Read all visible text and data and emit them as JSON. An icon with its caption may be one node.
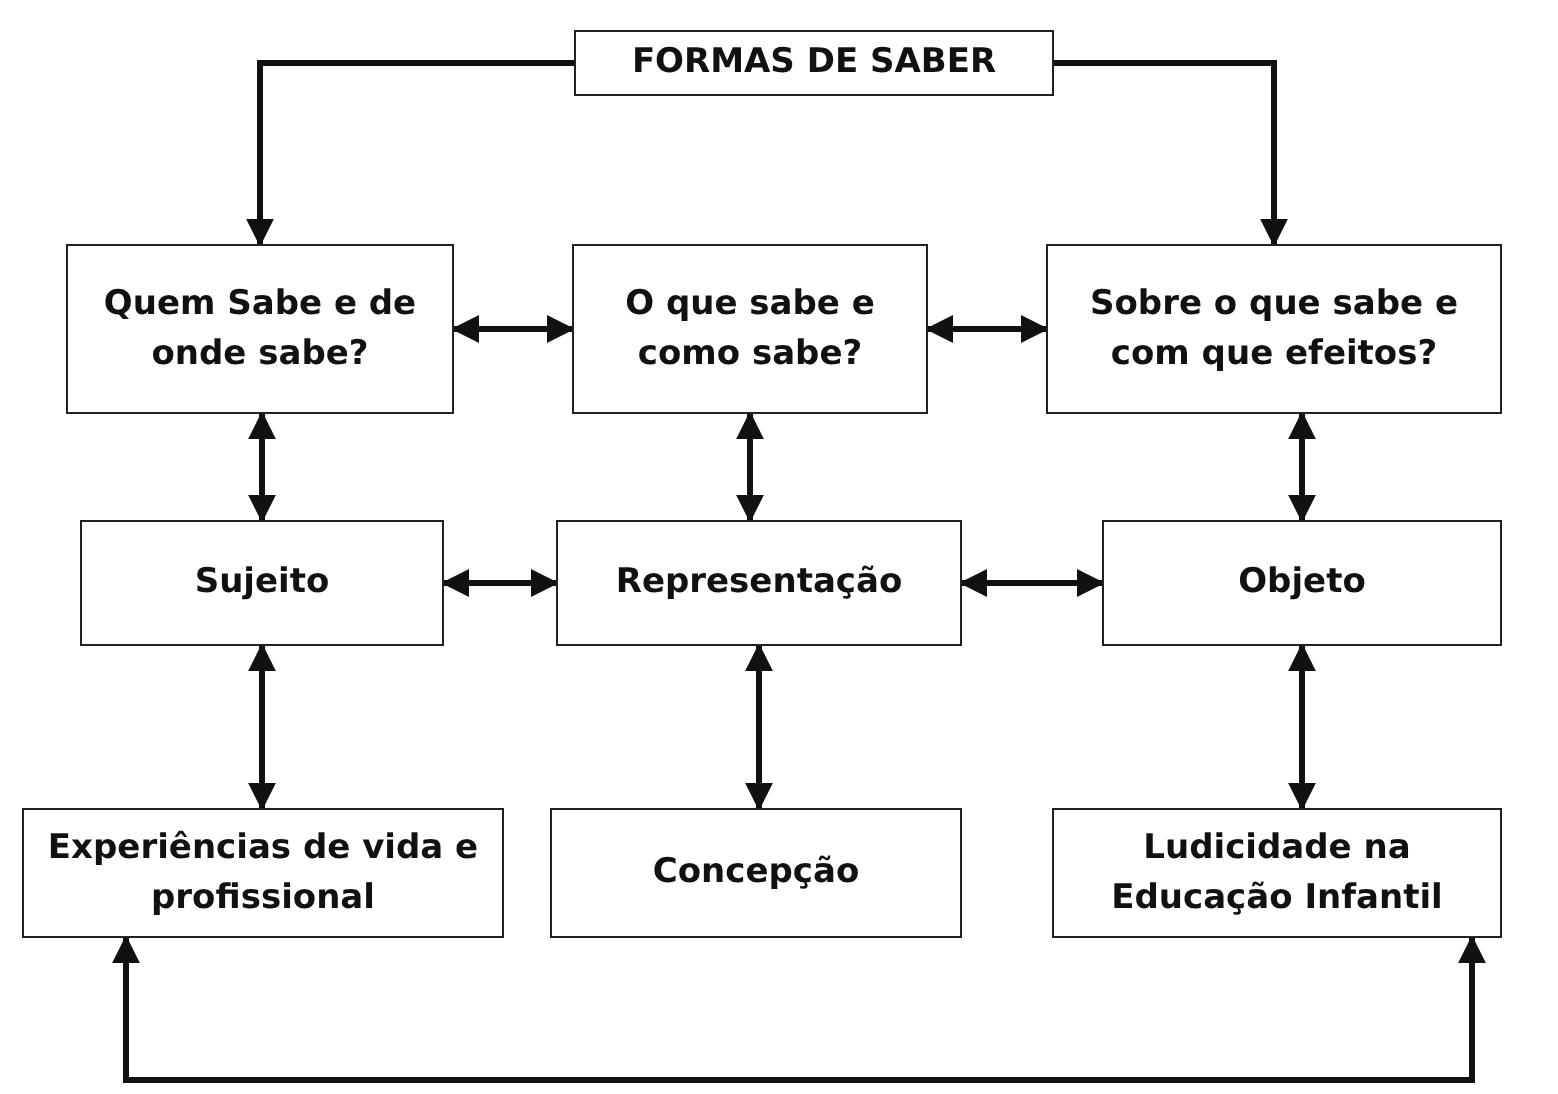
{
  "diagram": {
    "nodes": [
      {
        "text": [
          "FORMAS DE SABER"
        ]
      },
      {
        "text": [
          "Quem Sabe e de onde sabe?"
        ]
      },
      {
        "text": [
          "O que sabe e como sabe?"
        ]
      },
      {
        "text": [
          "Sobre o que sabe e com que efeitos?"
        ]
      },
      {
        "text": [
          "Sujeito"
        ]
      },
      {
        "text": [
          "Representação"
        ]
      },
      {
        "text": [
          "Objeto"
        ]
      },
      {
        "text": [
          "Experiências de vida e profissional"
        ]
      },
      {
        "text": [
          "Concepção"
        ]
      },
      {
        "text": [
          "Ludicidade na Educação Infantil"
        ]
      }
    ],
    "edges": [
      {
        "from": 0,
        "to": 1,
        "arrow": "to"
      },
      {
        "from": 0,
        "to": 3,
        "arrow": "to"
      },
      {
        "from": 1,
        "to": 2,
        "arrow": "both"
      },
      {
        "from": 2,
        "to": 3,
        "arrow": "both"
      },
      {
        "from": 1,
        "to": 4,
        "arrow": "both"
      },
      {
        "from": 2,
        "to": 5,
        "arrow": "both"
      },
      {
        "from": 3,
        "to": 6,
        "arrow": "both"
      },
      {
        "from": 4,
        "to": 5,
        "arrow": "both"
      },
      {
        "from": 5,
        "to": 6,
        "arrow": "both"
      },
      {
        "from": 4,
        "to": 7,
        "arrow": "both"
      },
      {
        "from": 5,
        "to": 8,
        "arrow": "both"
      },
      {
        "from": 6,
        "to": 9,
        "arrow": "both"
      },
      {
        "from": 7,
        "to": 9,
        "arrow": "both"
      }
    ]
  }
}
